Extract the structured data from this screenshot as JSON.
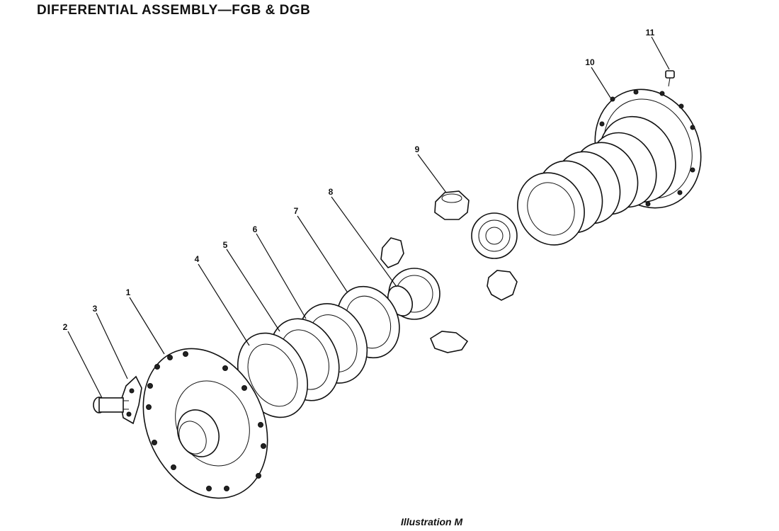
{
  "title": "DIFFERENTIAL ASSEMBLY—FGB & DGB",
  "caption": "Illustration M",
  "callouts": [
    {
      "id": "1",
      "label": "1"
    },
    {
      "id": "2",
      "label": "2"
    },
    {
      "id": "3",
      "label": "3"
    },
    {
      "id": "4",
      "label": "4"
    },
    {
      "id": "5",
      "label": "5"
    },
    {
      "id": "6",
      "label": "6"
    },
    {
      "id": "7",
      "label": "7"
    },
    {
      "id": "8",
      "label": "8"
    },
    {
      "id": "9",
      "label": "9"
    },
    {
      "id": "10",
      "label": "10"
    },
    {
      "id": "11",
      "label": "11"
    }
  ]
}
